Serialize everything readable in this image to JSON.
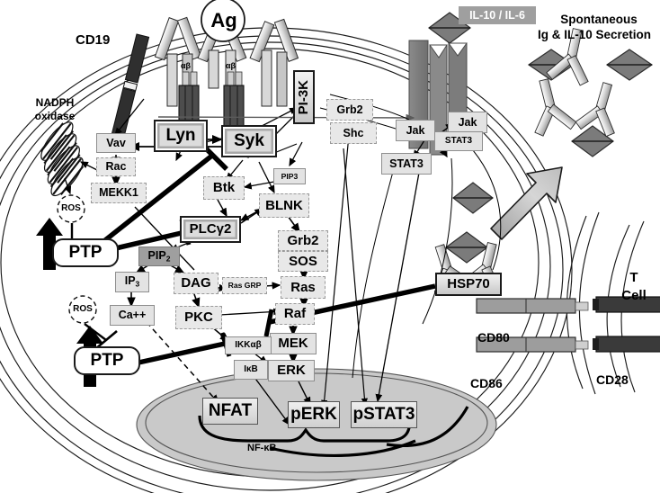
{
  "figure": {
    "title": "B cell receptor and cytokine signaling pathway in a B cell interacting with a T cell",
    "type": "biological-pathway-diagram"
  },
  "labels": {
    "antigen": "Ag",
    "cd19": "CD19",
    "nadph_oxidase": "NADPH\noxidase",
    "nadph_line1": "NADPH",
    "nadph_line2": "oxidase",
    "il_tag": "IL-10 / IL-6",
    "secretion_line1": "Spontaneous",
    "secretion_line2": "Ig & IL-10 Secretion",
    "tcell_line1": "T",
    "tcell_line2": "Cell",
    "cd80": "CD80",
    "cd86": "CD86",
    "cd28": "CD28",
    "nfkb": "NF-κB",
    "ig_alpha_beta": "αβ"
  },
  "nodes": {
    "lyn": "Lyn",
    "syk": "Syk",
    "pi3k": "PI-3K",
    "grb2_top": "Grb2",
    "shc": "Shc",
    "vav": "Vav",
    "rac": "Rac",
    "mekk1": "MEKK1",
    "ros_upper": "ROS",
    "ros_lower": "ROS",
    "ptp_upper": "PTP",
    "ptp_lower": "PTP",
    "btk": "Btk",
    "pip3": "PIP3",
    "blnk": "BLNK",
    "plcg2": "PLCγ2",
    "grb2_mid": "Grb2",
    "sos": "SOS",
    "ras": "Ras",
    "ras_grp": "Ras GRP",
    "raf": "Raf",
    "mek": "MEK",
    "erk": "ERK",
    "ikb": "IκB",
    "ikk": "IKKαβ",
    "pip2": "PIP",
    "pip2_sub": "2",
    "ip3": "IP",
    "ip3_sub": "3",
    "dag": "DAG",
    "ca": "Ca++",
    "pkc": "PKC",
    "nfat": "NFAT",
    "perk": "pERK",
    "pstat3": "pSTAT3",
    "hsp70": "HSP70",
    "jak_left": "Jak",
    "jak_right": "Jak",
    "stat3_upper": "STAT3",
    "stat3_lower": "STAT3"
  },
  "colors": {
    "box_light": "#e3e3e3",
    "box_dash": "#e8e8e8",
    "box_dark_gray": "#9f9f9f",
    "membrane_stroke": "#1a1a1a",
    "nucleus_fill": "#c9c9c9",
    "cytokine_receptor": "#7d7d7d",
    "cd80_fill": "#9d9d9d",
    "cd28_fill": "#3a3a3a",
    "ig_light": "#d4d4d4",
    "ig_dark": "#4a4a4a",
    "diamond_fill": "#7b7b7b",
    "arrow_black": "#000000"
  }
}
